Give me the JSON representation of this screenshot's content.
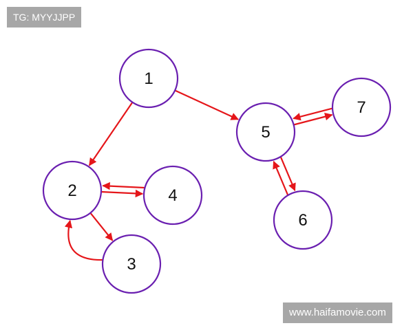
{
  "watermark_top": "TG: MYYJJPP",
  "watermark_bottom": "www.haifamovie.com",
  "colors": {
    "node_border": "#6a1fb0",
    "edge": "#e5161a",
    "label": "#111111",
    "watermark_bg": "#a7a7a7",
    "watermark_text": "#ffffff"
  },
  "nodes": [
    {
      "id": "1",
      "label": "1"
    },
    {
      "id": "2",
      "label": "2"
    },
    {
      "id": "3",
      "label": "3"
    },
    {
      "id": "4",
      "label": "4"
    },
    {
      "id": "5",
      "label": "5"
    },
    {
      "id": "6",
      "label": "6"
    },
    {
      "id": "7",
      "label": "7"
    }
  ],
  "edges": [
    {
      "from": "1",
      "to": "2"
    },
    {
      "from": "1",
      "to": "5"
    },
    {
      "from": "2",
      "to": "4"
    },
    {
      "from": "4",
      "to": "2"
    },
    {
      "from": "2",
      "to": "3"
    },
    {
      "from": "3",
      "to": "2"
    },
    {
      "from": "5",
      "to": "7"
    },
    {
      "from": "7",
      "to": "5"
    },
    {
      "from": "5",
      "to": "6"
    },
    {
      "from": "6",
      "to": "5"
    }
  ]
}
